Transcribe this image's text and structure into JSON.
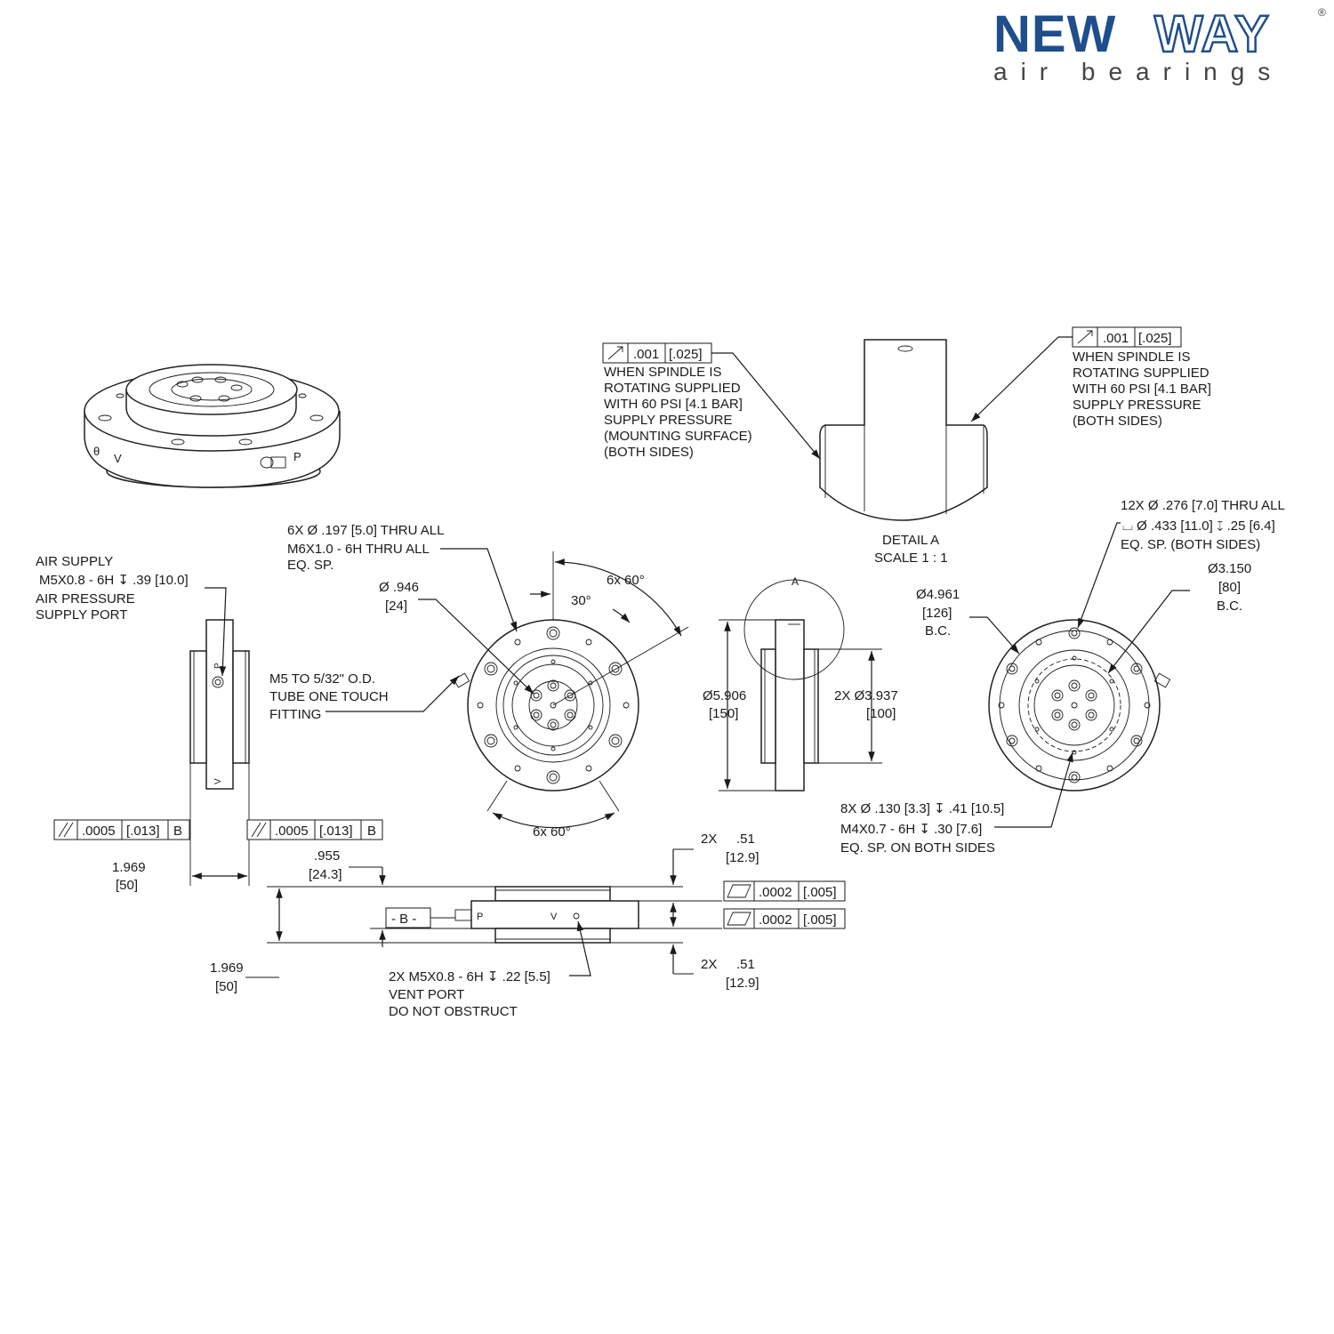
{
  "logo": {
    "brand_solid": "NEW",
    "brand_outline": "WAY",
    "registered": "®",
    "tagline": "air bearings",
    "brand_color": "#1f4e8c"
  },
  "detail_a": {
    "label": "DETAIL A",
    "scale": "SCALE 1 : 1",
    "marker": "A"
  },
  "tolerances": {
    "runout_left": {
      "symbol": "runout-icon",
      "value": ".001",
      "metric": "[.025]"
    },
    "runout_right": {
      "symbol": "runout-icon",
      "value": ".001",
      "metric": "[.025]"
    },
    "parallel_left": {
      "symbol": "parallelism-icon",
      "value": ".0005",
      "metric": "[.013]",
      "datum": "B"
    },
    "parallel_right": {
      "symbol": "parallelism-icon",
      "value": ".0005",
      "metric": "[.013]",
      "datum": "B"
    },
    "flat_top": {
      "symbol": "flatness-icon",
      "value": ".0002",
      "metric": "[.005]"
    },
    "flat_bottom": {
      "symbol": "flatness-icon",
      "value": ".0002",
      "metric": "[.005]"
    },
    "datum_b": "- B -"
  },
  "notes": {
    "runout_left": [
      "WHEN SPINDLE IS",
      "ROTATING SUPPLIED",
      "WITH 60 PSI [4.1 BAR]",
      "SUPPLY  PRESSURE",
      "(MOUNTING SURFACE)",
      "(BOTH SIDES)"
    ],
    "runout_right": [
      "WHEN SPINDLE IS",
      "ROTATING SUPPLIED",
      "WITH 60 PSI [4.1 BAR]",
      "SUPPLY  PRESSURE",
      "(BOTH SIDES)"
    ],
    "air_supply": [
      "AIR SUPPLY",
      "M5X0.8 - 6H  ↧ .39 [10.0]",
      "AIR PRESSURE",
      "SUPPLY PORT"
    ],
    "fitting": [
      "M5 TO 5/32\" O.D.",
      "TUBE ONE TOUCH",
      "FITTING"
    ],
    "holes_6x": [
      "6X  Ø .197 [5.0]  THRU ALL",
      "M6X1.0 - 6H THRU ALL",
      "EQ. SP."
    ],
    "holes_12x": [
      "12X  Ø .276 [7.0]  THRU ALL",
      "⌴  Ø .433 [11.0]  ↧ .25 [6.4]",
      "EQ. SP. (BOTH SIDES)"
    ],
    "holes_8x": [
      "8X  Ø .130 [3.3]  ↧ .41 [10.5]",
      "M4X0.7 - 6H  ↧ .30 [7.6]",
      "EQ. SP. ON BOTH SIDES"
    ],
    "vent": [
      "2X M5X0.8 - 6H  ↧ .22 [5.5]",
      "VENT PORT",
      "DO NOT OBSTRUCT"
    ]
  },
  "dimensions": {
    "d946": [
      "Ø .946",
      "[24]"
    ],
    "d5906": [
      "Ø5.906",
      "[150]"
    ],
    "d3937": [
      "2X  Ø3.937",
      "[100]"
    ],
    "d4961": [
      "Ø4.961",
      "[126]",
      "B.C."
    ],
    "d3150": [
      "Ø3.150",
      "[80]",
      "B.C."
    ],
    "w1969_top": [
      "1.969",
      "[50]"
    ],
    "h1969": [
      "1.969",
      "[50]"
    ],
    "h955": [
      ".955",
      "[24.3]"
    ],
    "d51_top": [
      "2X",
      ".51",
      "[12.9]"
    ],
    "d51_bottom": [
      "2X",
      ".51",
      "[12.9]"
    ],
    "ang_6x60_top": "6x 60°",
    "ang_30": "30°",
    "ang_6x60_bottom": "6x 60°"
  },
  "iso_labels": {
    "vent_mark": "V",
    "supply_mark": "P",
    "theta": "θ"
  }
}
